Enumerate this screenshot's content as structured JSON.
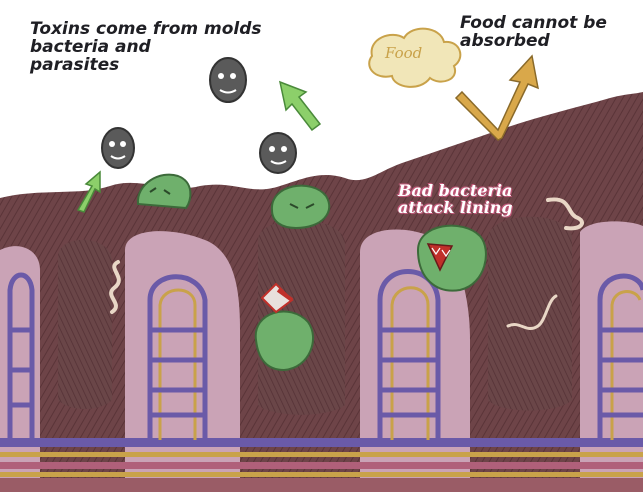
{
  "captions": {
    "toxins": {
      "line1": "Toxins come from molds",
      "line2": "bacteria and",
      "line3": "parasites"
    },
    "food": {
      "line1": "Food cannot be",
      "line2": "absorbed"
    },
    "food_cloud": "Food",
    "bad_bacteria": {
      "line1": "Bad bacteria",
      "line2": "attack lining"
    }
  },
  "colors": {
    "gut_lining": "#6e4448",
    "villus_interior": "#caa3b6",
    "villus_core": "#6a4648",
    "blood_vessel_purple": "#6a5aa8",
    "lacteal_tan": "#c9a24a",
    "bacteria_green": "#6fb06c",
    "toxin_gray": "#5a5a5a",
    "arrow_green": "#8ccf6a",
    "arrow_gold": "#d9a84a"
  },
  "icons": [
    "toxin-blob-icon",
    "bacteria-blob-icon",
    "up-arrow-icon",
    "check-arrow-icon",
    "food-cloud-icon",
    "parasite-worm-icon"
  ]
}
